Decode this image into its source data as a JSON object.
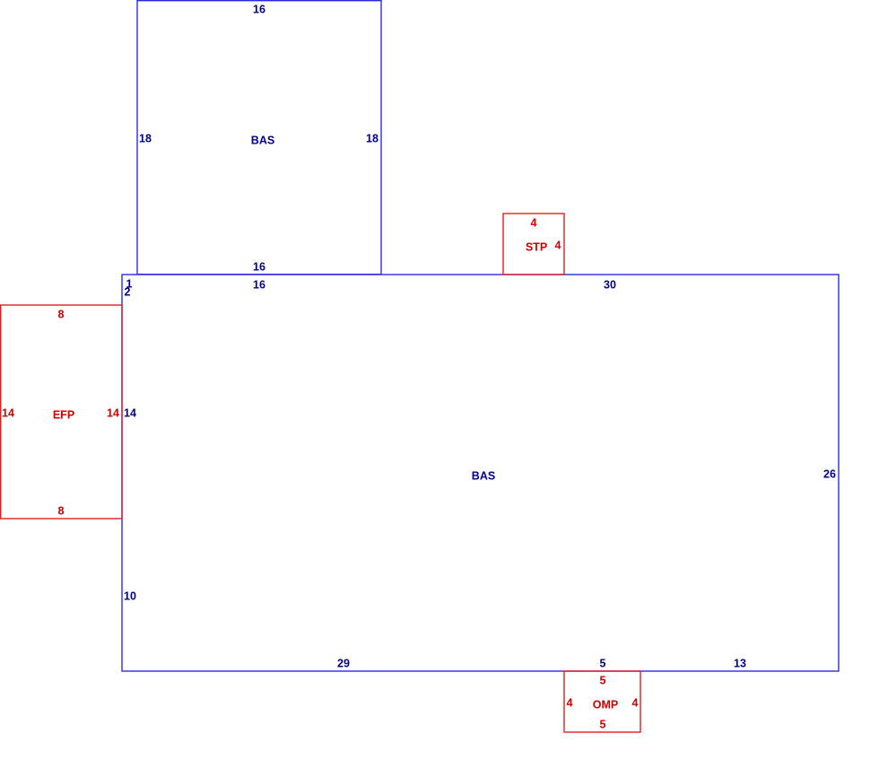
{
  "colors": {
    "living_area": "#2a2ae0",
    "living_area_text": "#00008b",
    "porch": "#e02020",
    "porch_text": "#d00000",
    "background": "#ffffff"
  },
  "sketch": {
    "upper_bas": {
      "code": "BAS",
      "top": "16",
      "left": "18",
      "right": "18",
      "bottom": "16"
    },
    "main_bas": {
      "code": "BAS",
      "top_left_a": "1",
      "top_left_b": "2",
      "top_under_upper": "16",
      "top_right": "30",
      "left_upper": "14",
      "left_lower": "10",
      "right": "26",
      "bottom_left": "29",
      "bottom_mid": "5",
      "bottom_right": "13"
    },
    "stp": {
      "code": "STP",
      "top": "4",
      "right": "4"
    },
    "efp": {
      "code": "EFP",
      "top": "8",
      "left": "14",
      "right": "14",
      "bottom": "8"
    },
    "omp": {
      "code": "OMP",
      "top": "5",
      "left": "4",
      "right": "4",
      "bottom": "5"
    }
  }
}
